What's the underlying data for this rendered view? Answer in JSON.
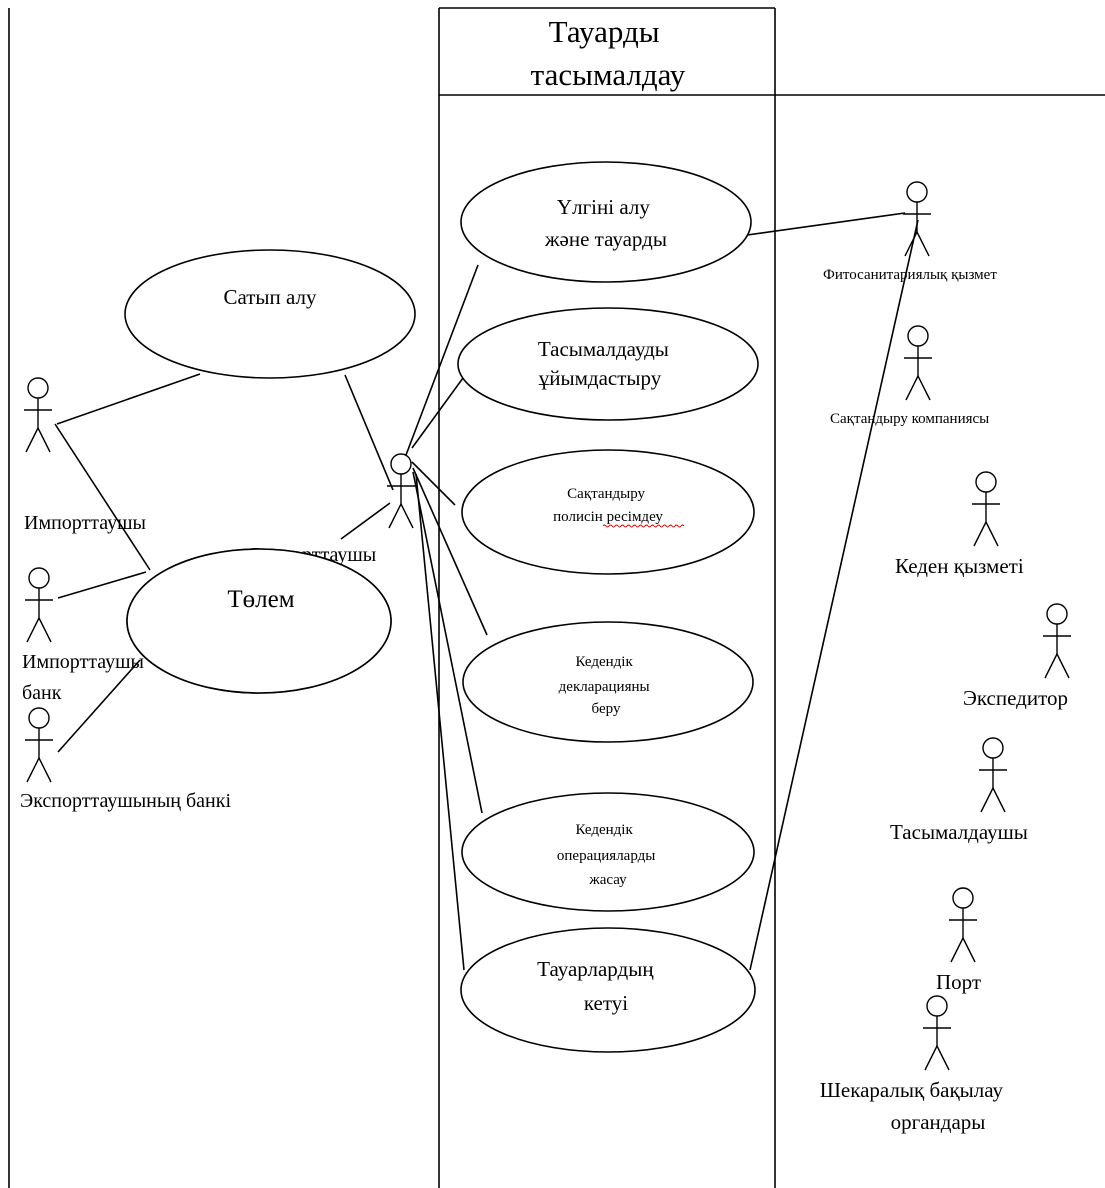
{
  "header": {
    "lines": [
      "Тауарды",
      "тасымалдау"
    ]
  },
  "use_cases": [
    {
      "id": "purchase",
      "lines": [
        "Сатып алу"
      ]
    },
    {
      "id": "payment",
      "lines": [
        "Төлем"
      ]
    },
    {
      "id": "sampling",
      "lines": [
        "Үлгіні алу",
        "және тауарды"
      ]
    },
    {
      "id": "transport_org",
      "lines": [
        "Тасымалдауды",
        "ұйымдастыру"
      ]
    },
    {
      "id": "insurance",
      "lines": [
        "Сақтандыру",
        "полисін ресімдеу"
      ]
    },
    {
      "id": "customs_decl",
      "lines": [
        "Кедендік",
        "декларацияны",
        "беру"
      ]
    },
    {
      "id": "customs_ops",
      "lines": [
        "Кедендік",
        "операцияларды",
        "жасау"
      ]
    },
    {
      "id": "departure",
      "lines": [
        "Тауарлардың",
        "кетуі"
      ]
    }
  ],
  "actors": [
    {
      "id": "importer",
      "lines": [
        "Импорттаушы"
      ]
    },
    {
      "id": "importer_bank",
      "lines": [
        "Импорттаушы",
        "банк"
      ]
    },
    {
      "id": "exporter_bank",
      "lines": [
        "Экспорттаушының банкі"
      ]
    },
    {
      "id": "exporter",
      "lines": [
        "Экспорттаушы"
      ]
    },
    {
      "id": "phyto",
      "lines": [
        "Фитосанитариялық қызмет"
      ]
    },
    {
      "id": "insurer",
      "lines": [
        "Сақтандыру компаниясы"
      ]
    },
    {
      "id": "customs",
      "lines": [
        "Кеден қызметі"
      ]
    },
    {
      "id": "forwarder",
      "lines": [
        "Экспедитор"
      ]
    },
    {
      "id": "carrier",
      "lines": [
        "Тасымалдаушы"
      ]
    },
    {
      "id": "port",
      "lines": [
        "Порт"
      ]
    },
    {
      "id": "border",
      "lines": [
        "Шекаралық бақылау",
        "органдары"
      ]
    }
  ]
}
